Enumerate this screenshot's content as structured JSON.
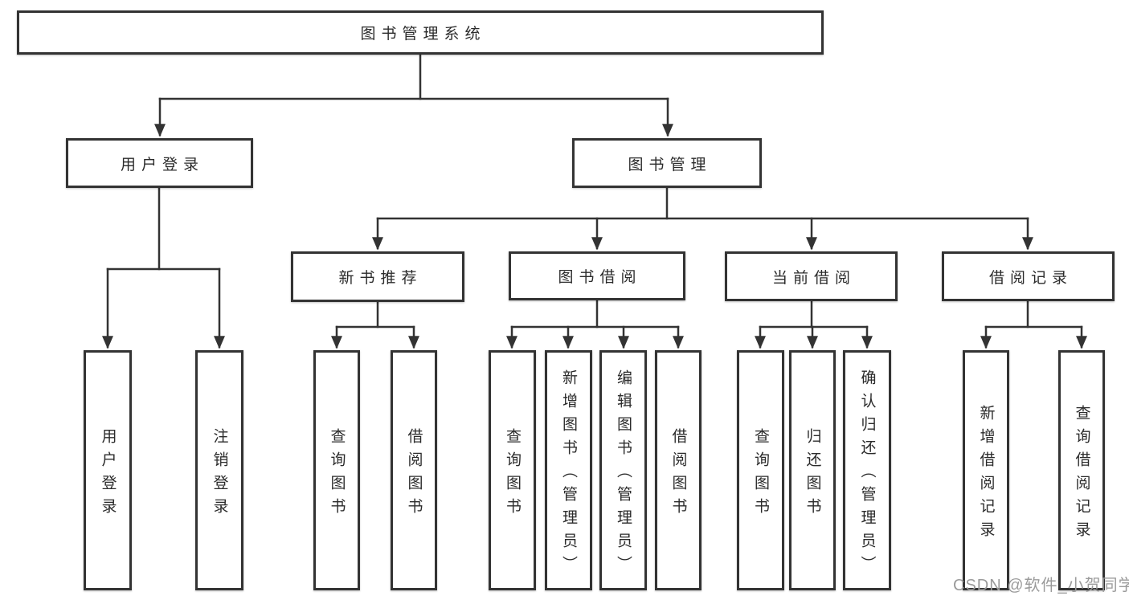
{
  "diagram": {
    "title": "图书管理系统",
    "branches": [
      {
        "label": "用户登录",
        "children": [
          {
            "label": "用户登录"
          },
          {
            "label": "注销登录"
          }
        ]
      },
      {
        "label": "图书管理",
        "groups": [
          {
            "label": "新书推荐",
            "children": [
              {
                "label": "查询图书"
              },
              {
                "label": "借阅图书"
              }
            ]
          },
          {
            "label": "图书借阅",
            "children": [
              {
                "label": "查询图书"
              },
              {
                "label": "新增图书（管理员）"
              },
              {
                "label": "编辑图书（管理员）"
              },
              {
                "label": "借阅图书"
              }
            ]
          },
          {
            "label": "当前借阅",
            "children": [
              {
                "label": "查询图书"
              },
              {
                "label": "归还图书"
              },
              {
                "label": "确认归还（管理员）"
              }
            ]
          },
          {
            "label": "借阅记录",
            "children": [
              {
                "label": "新增借阅记录"
              },
              {
                "label": "查询借阅记录"
              }
            ]
          }
        ]
      }
    ]
  },
  "watermark": {
    "text": "CSDN @软件_小贺同学",
    "color": "#9b9b9b"
  },
  "colors": {
    "background": "#ffffff",
    "line": "#333333",
    "box_border": "#333333",
    "box_fill": "#ffffff",
    "text": "#2b2b2b"
  }
}
